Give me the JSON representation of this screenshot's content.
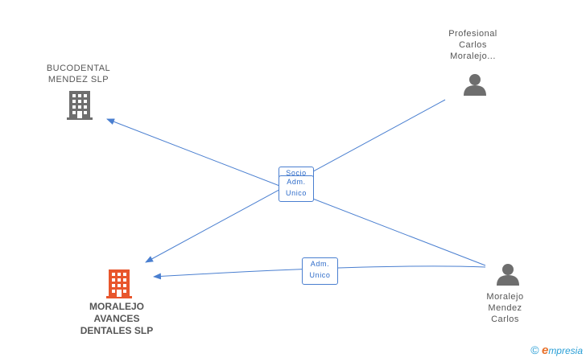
{
  "nodes": {
    "bucodental": {
      "label": "BUCODENTAL\nMENDEZ  SLP",
      "type": "company"
    },
    "profesional": {
      "label": "Profesional\nCarlos\nMoralejo...",
      "type": "person"
    },
    "moralejo_avances": {
      "label": "MORALEJO\nAVANCES\nDENTALES SLP",
      "type": "company",
      "highlight_color": "#e8562c"
    },
    "moralejo_mendez": {
      "label": "Moralejo\nMendez\nCarlos",
      "type": "person"
    }
  },
  "edges": {
    "socio": {
      "label": "Socio"
    },
    "adm_unico_1": {
      "label": "Adm.\nUnico"
    },
    "adm_unico_2": {
      "label": "Adm.\nUnico"
    }
  },
  "colors": {
    "edge": "#4a7fd0",
    "icon_gray": "#6e6e6e",
    "icon_orange": "#e8562c"
  },
  "brand": {
    "copyright": "©",
    "first_letter": "e",
    "rest": "mpresia"
  }
}
